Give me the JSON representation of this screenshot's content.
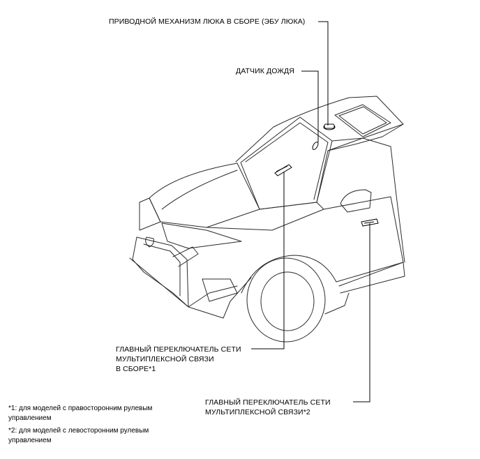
{
  "diagram": {
    "labels": {
      "sunroof_ecu": "ПРИВОДНОЙ МЕХАНИЗМ ЛЮКА В СБОРЕ (ЭБУ ЛЮКА)",
      "rain_sensor": "ДАТЧИК ДОЖДЯ",
      "switch_rhd_line1": "ГЛАВНЫЙ ПЕРЕКЛЮЧАТЕЛЬ СЕТИ",
      "switch_rhd_line2": "МУЛЬТИПЛЕКСНОЙ СВЯЗИ",
      "switch_rhd_line3": "В СБОРЕ*1",
      "switch_lhd_line1": "ГЛАВНЫЙ ПЕРЕКЛЮЧАТЕЛЬ СЕТИ",
      "switch_lhd_line2": "МУЛЬТИПЛЕКСНОЙ СВЯЗИ*2"
    },
    "footnotes": {
      "note1_line1": "*1: для моделей с правосторонним рулевым",
      "note1_line2": "управлением",
      "note2_line1": "*2: для моделей с левосторонним рулевым",
      "note2_line2": "управлением"
    },
    "colors": {
      "line": "#000000",
      "car_outline": "#2a2a2a",
      "background": "#ffffff"
    }
  }
}
